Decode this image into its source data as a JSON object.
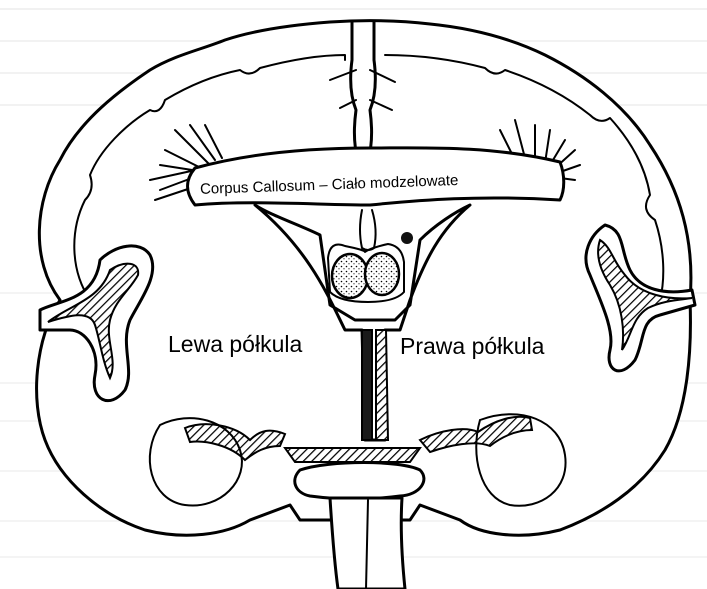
{
  "labels": {
    "corpus_callosum": "Corpus Callosum – Ciało modzelowate",
    "left_hemisphere": "Lewa półkula",
    "right_hemisphere": "Prawa półkula"
  },
  "colors": {
    "ink": "#000000",
    "background": "#ffffff",
    "bleed_through_text": "#d4d4d4"
  }
}
